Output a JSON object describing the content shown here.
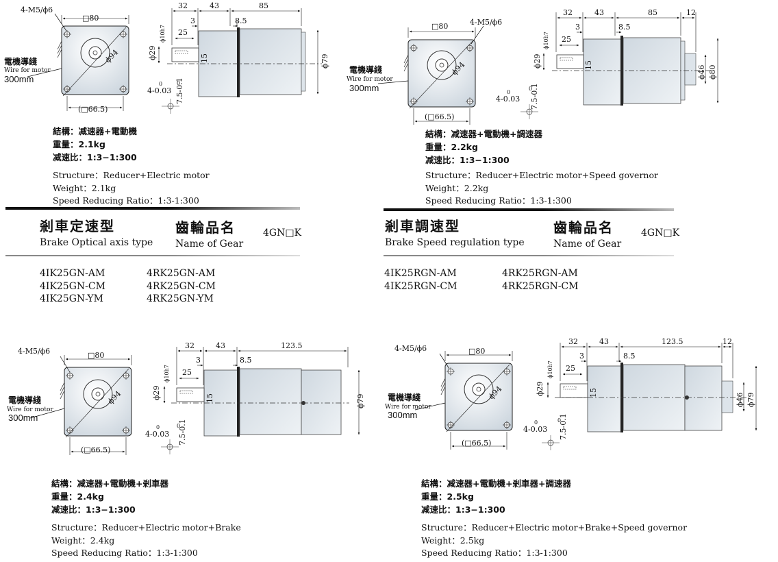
{
  "diagrams": {
    "tl": {
      "holes": "4-M5/ϕ6",
      "square": "□80",
      "dia": "ϕ94",
      "pcd": "(□66.5)",
      "wire_cn": "電機導綫",
      "wire_en": "Wire for motor",
      "wire_len": "300mm",
      "d32": "32",
      "d43": "43",
      "d85": "85",
      "d3": "3",
      "d25": "25",
      "d85b": "8.5",
      "shaft": "ϕ10h7",
      "phi29": "ϕ29",
      "d15": "15",
      "phi79": "ϕ79",
      "key_a": "4-0.03",
      "key_a0": "0",
      "key_b": "7.5-0.1",
      "key_b0": "0"
    },
    "tr": {
      "holes": "4-M5/ϕ6",
      "square": "□80",
      "dia": "ϕ94",
      "pcd": "(□66.5)",
      "wire_cn": "電機導綫",
      "wire_en": "Wire for motor",
      "wire_len": "300mm",
      "d32": "32",
      "d43": "43",
      "d85": "85",
      "d12": "12",
      "d3": "3",
      "d25": "25",
      "d85b": "8.5",
      "shaft": "ϕ10h7",
      "phi29": "ϕ29",
      "d15": "15",
      "phi46": "ϕ46",
      "phi80": "ϕ80",
      "key_a": "4-0.03",
      "key_a0": "0",
      "key_b": "7.5-0.1",
      "key_b0": "0"
    },
    "bl": {
      "holes": "4-M5/ϕ6",
      "square": "□80",
      "dia": "ϕ94",
      "pcd": "(□66.5)",
      "wire_cn": "電機導綫",
      "wire_en": "Wire for motor",
      "wire_len": "300mm",
      "d32": "32",
      "d43": "43",
      "d1235": "123.5",
      "d3": "3",
      "d25": "25",
      "d85b": "8.5",
      "shaft": "ϕ10h7",
      "phi29": "ϕ29",
      "d15": "15",
      "phi79": "ϕ79",
      "key_a": "4-0.03",
      "key_a0": "0",
      "key_b": "7.5-0.1",
      "key_b0": "0"
    },
    "br": {
      "holes": "4-M5/ϕ6",
      "square": "□80",
      "dia": "ϕ94",
      "pcd": "(□66.5)",
      "wire_cn": "電機導綫",
      "wire_en": "Wire for motor",
      "wire_len": "300mm",
      "d32": "32",
      "d43": "43",
      "d1235": "123.5",
      "d12": "12",
      "d3": "3",
      "d25": "25",
      "d85b": "8.5",
      "shaft": "ϕ10h7",
      "phi29": "ϕ29",
      "d15": "15",
      "phi46": "ϕ46",
      "phi79": "ϕ79",
      "key_a": "4-0.03",
      "key_a0": "0",
      "key_b": "7.5-0.1",
      "key_b0": "0"
    }
  },
  "specs": {
    "tl": {
      "cn_structure": "結構：减速器+電動機",
      "cn_weight": "重量：2.1kg",
      "cn_ratio": "减速比：1:3−1:300",
      "en_structure": "Structure：Reducer+Electric motor",
      "en_weight": "Weight：2.1kg",
      "en_ratio": "Speed Reducing Ratio：1:3-1:300"
    },
    "tr": {
      "cn_structure": "結構：减速器+電動機+調速器",
      "cn_weight": "重量：2.2kg",
      "cn_ratio": "减速比：1:3−1:300",
      "en_structure": "Structure：Reducer+Electric motor+Speed governor",
      "en_weight": "Weight：2.2kg",
      "en_ratio": "Speed Reducing Ratio：1:3-1:300"
    },
    "bl": {
      "cn_structure": "結構：减速器+電動機+剎車器",
      "cn_weight": "重量：2.4kg",
      "cn_ratio": "减速比：1:3−1:300",
      "en_structure": "Structure：Reducer+Electric motor+Brake",
      "en_weight": "Weight：2.4kg",
      "en_ratio": "Speed Reducing Ratio：1:3-1:300"
    },
    "br": {
      "cn_structure": "結構：减速器+電動機+剎車器+調速器",
      "cn_weight": "重量：2.5kg",
      "cn_ratio": "减速比：1:3−1:300",
      "en_structure": "Structure：Reducer+Electric motor+Brake+Speed governor",
      "en_weight": "Weight：2.5kg",
      "en_ratio": "Speed Reducing Ratio：1:3-1:300"
    }
  },
  "sections": {
    "left": {
      "title_cn": "剎車定速型",
      "title_en": "Brake Optical axis type",
      "gear_cn": "齒輪品名",
      "gear_en": "Name of Gear",
      "gear_model": "4GN□K",
      "models": [
        "4IK25GN-AM",
        "4RK25GN-AM",
        "4IK25GN-CM",
        "4RK25GN-CM",
        "4IK25GN-YM",
        "4RK25GN-YM"
      ]
    },
    "right": {
      "title_cn": "剎車調速型",
      "title_en": "Brake Speed regulation type",
      "gear_cn": "齒輪品名",
      "gear_en": "Name of Gear",
      "gear_model": "4GN□K",
      "models": [
        "4IK25RGN-AM",
        "4RK25RGN-AM",
        "4IK25RGN-CM",
        "4RK25RGN-CM"
      ]
    }
  }
}
